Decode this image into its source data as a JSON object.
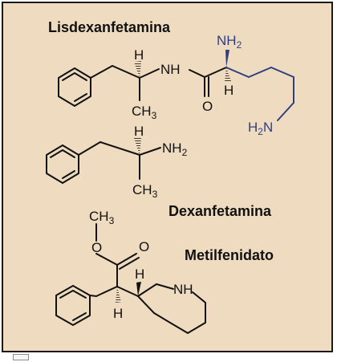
{
  "compounds": {
    "lisdexanfetamina": {
      "name": "Lisdexanfetamina",
      "atoms": {
        "h_stereo": "H",
        "nh": "NH",
        "ch3": "CH",
        "ch3_sub": "3",
        "o": "O",
        "nh2": "NH",
        "nh2_sub": "2",
        "h_lower": "H",
        "h2n": "H",
        "h2n_sub": "2",
        "h2n_n": "N"
      }
    },
    "dexanfetamina": {
      "name": "Dexanfetamina",
      "atoms": {
        "h_stereo": "H",
        "nh2": "NH",
        "nh2_sub": "2",
        "ch3": "CH",
        "ch3_sub": "3"
      }
    },
    "metilfenidato": {
      "name": "Metilfenidato",
      "atoms": {
        "ch3": "CH",
        "ch3_sub": "3",
        "o_ether": "O",
        "o_carbonyl": "O",
        "h_upper": "H",
        "nh": "NH",
        "h_lower": "H"
      }
    }
  },
  "colors": {
    "background": "#efdcc0",
    "lysine_chain": "#2f3f7e",
    "bond": "#111111"
  }
}
